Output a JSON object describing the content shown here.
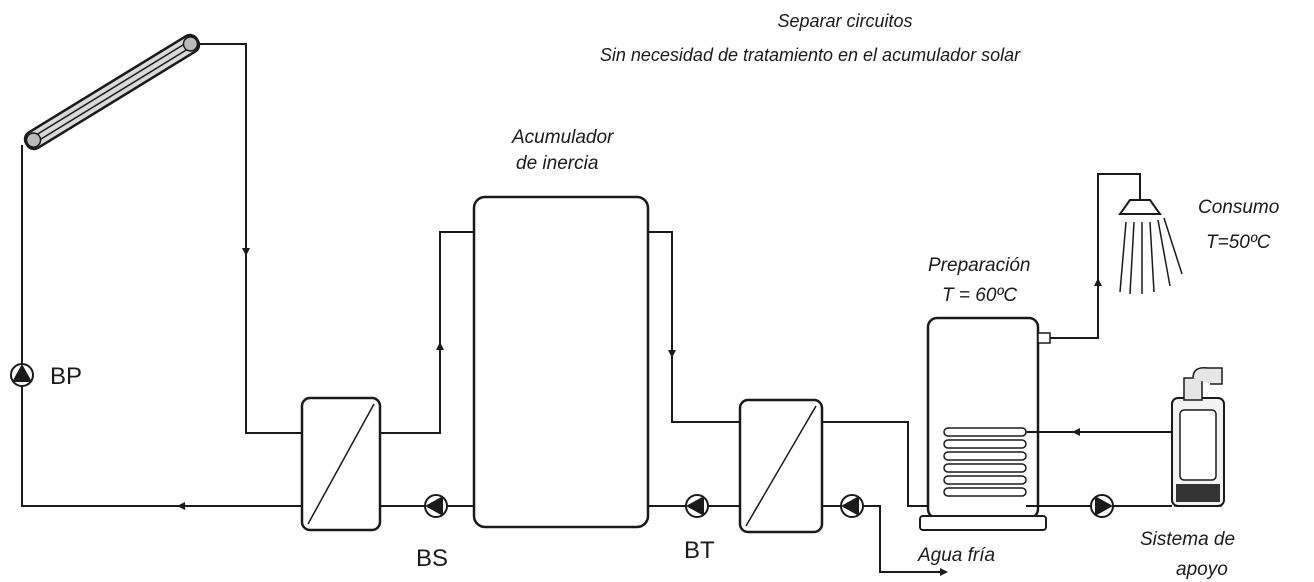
{
  "header": {
    "line1": "Separar circuitos",
    "line2": "Sin necesidad de tratamiento en el acumulador solar"
  },
  "components": {
    "inertia_tank_line1": "Acumulador",
    "inertia_tank_line2": "de inercia",
    "preparation_line1": "Preparación",
    "preparation_line2": "T = 60ºC",
    "consumption_line1": "Consumo",
    "consumption_line2": "T=50ºC",
    "backup_line1": "Sistema de",
    "backup_line2": "apoyo",
    "cold_water": "Agua fría"
  },
  "pumps": {
    "bp": "BP",
    "bs": "BS",
    "bt": "BT"
  }
}
